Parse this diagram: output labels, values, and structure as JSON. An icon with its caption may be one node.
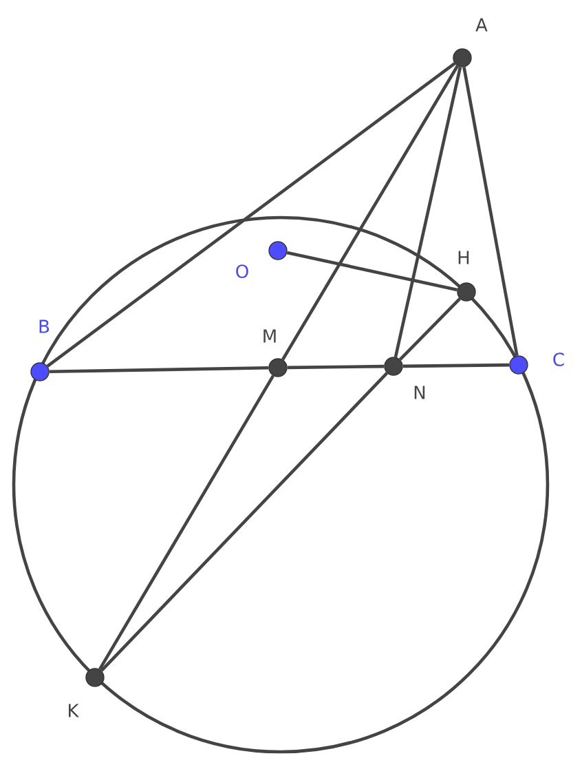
{
  "diagram": {
    "nodes": [
      {
        "text": [],
        "shape": "circle",
        "beside": [
          "A"
        ]
      },
      {
        "text": [],
        "shape": "circle",
        "beside": [
          "O"
        ]
      },
      {
        "text": [],
        "shape": "circle",
        "beside": [
          "H"
        ]
      },
      {
        "text": [],
        "shape": "circle",
        "beside": [
          "B"
        ]
      },
      {
        "text": [],
        "shape": "circle",
        "beside": [
          "M"
        ]
      },
      {
        "text": [],
        "shape": "circle",
        "beside": [
          "N"
        ]
      },
      {
        "text": [],
        "shape": "circle",
        "beside": [
          "C"
        ]
      },
      {
        "text": [],
        "shape": "circle",
        "beside": [
          "K"
        ]
      }
    ],
    "edges": [
      {
        "from": 0,
        "to": 3,
        "arrow": "none"
      },
      {
        "from": 0,
        "to": 4,
        "arrow": "none"
      },
      {
        "from": 0,
        "to": 5,
        "arrow": "none"
      },
      {
        "from": 0,
        "to": 6,
        "arrow": "none"
      },
      {
        "from": 3,
        "to": 4,
        "arrow": "none"
      },
      {
        "from": 4,
        "to": 5,
        "arrow": "none"
      },
      {
        "from": 5,
        "to": 6,
        "arrow": "none"
      },
      {
        "from": 1,
        "to": 2,
        "arrow": "none"
      },
      {
        "from": 2,
        "to": 5,
        "arrow": "none"
      },
      {
        "from": 4,
        "to": 7,
        "arrow": "none"
      },
      {
        "from": 5,
        "to": 7,
        "arrow": "none"
      }
    ]
  }
}
